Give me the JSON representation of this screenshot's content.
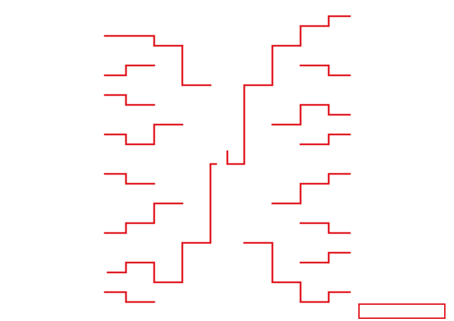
{
  "diagram": {
    "type": "tournament-bracket",
    "line_color": "#e0161f",
    "background_color": "#ffffff",
    "left_side_entries": 16,
    "right_side_entries": 16,
    "center_finals": true,
    "labels": []
  },
  "legend": {
    "label": ""
  }
}
